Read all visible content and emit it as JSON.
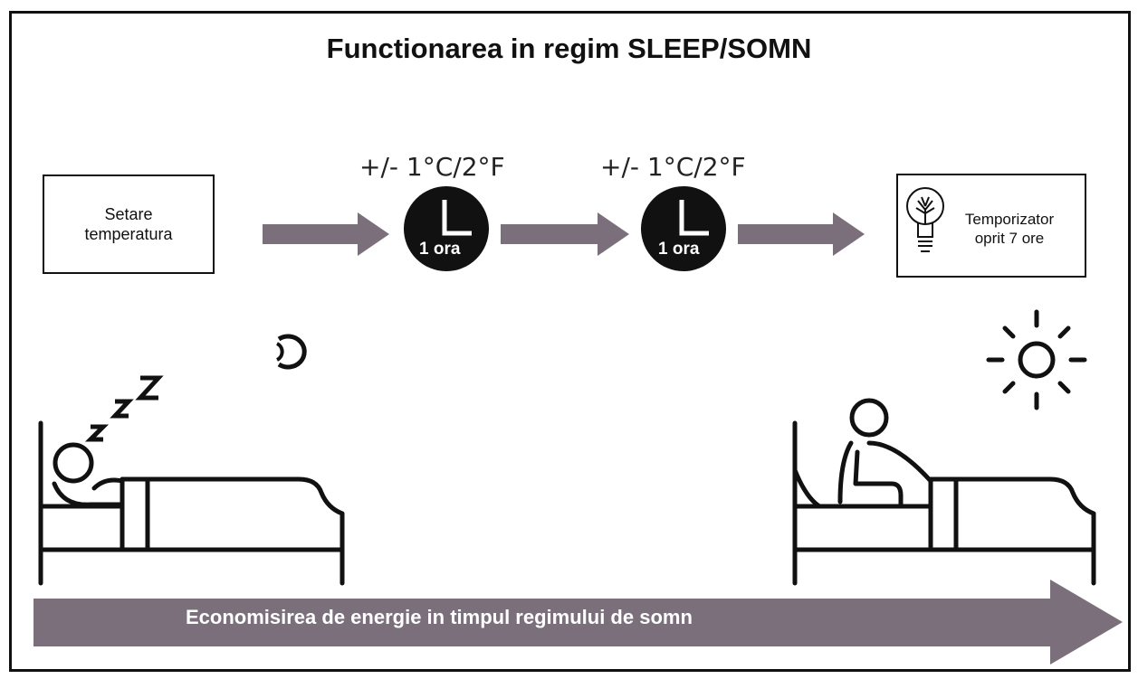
{
  "title": "Functionarea in regim SLEEP/SOMN",
  "start_box": {
    "line1": "Setare",
    "line2": "temperatura"
  },
  "steps": [
    {
      "temp_label": "+/- 1°C/2°F",
      "clock_label": "1 ora"
    },
    {
      "temp_label": "+/- 1°C/2°F",
      "clock_label": "1 ora"
    }
  ],
  "end_box": {
    "line1": "Temporizator",
    "line2": "oprit 7 ore"
  },
  "bottom_arrow": {
    "label": "Economisirea de energie in timpul regimului de somn"
  },
  "colors": {
    "arrow": "#7b6f7b",
    "ink": "#111111"
  },
  "icons": [
    "clock-icon",
    "lightbulb-icon",
    "moon-icon",
    "sun-icon",
    "sleeping-person-icon",
    "waking-person-icon",
    "zzz-icon"
  ]
}
